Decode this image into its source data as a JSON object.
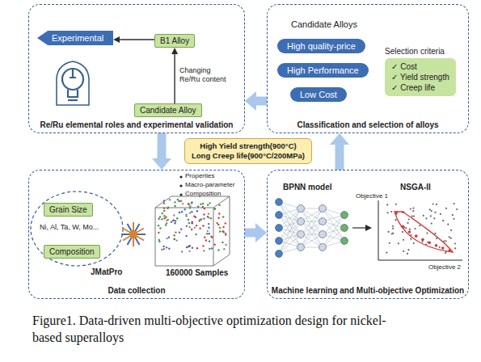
{
  "diagram": {
    "caption": "Figure1.  Data-driven multi-objective optimization design for nickel-based superalloys",
    "nodes": [
      {
        "text": [
          "Re/Ru elemental roles and experimental validation"
        ]
      },
      {
        "text": [
          "Experimental"
        ],
        "in": 0
      },
      {
        "text": [
          "B1 Alloy"
        ],
        "in": 0
      },
      {
        "text": [
          "Candidate Alloy"
        ],
        "in": 0
      },
      {
        "text": [
          "Classification and selection of alloys"
        ]
      },
      {
        "text": [
          "High quality-price"
        ],
        "in": 4
      },
      {
        "text": [
          "High Performance"
        ],
        "in": 4
      },
      {
        "text": [
          "Low Cost"
        ],
        "in": 4
      },
      {
        "text": [
          "Selection criteria",
          "✓ Cost",
          "✓ Yield strength",
          "✓ Creep life"
        ],
        "in": 4
      },
      {
        "text": [
          "High Yield strength(900°C)",
          "Long Creep life(900°C/200MPa)"
        ]
      },
      {
        "text": [
          "Data collection"
        ]
      },
      {
        "text": [
          "Grain Size"
        ],
        "in": 10
      },
      {
        "text": [
          "Composition"
        ],
        "in": 10
      },
      {
        "text": [
          "Machine learning and Multi-objective Optimization"
        ]
      }
    ],
    "edges": [
      {
        "from": 3,
        "to": 2,
        "arrow": "to",
        "label": "Changing Re/Ru content"
      },
      {
        "from": 2,
        "to": 1,
        "arrow": "to"
      },
      {
        "from": 4,
        "to": 0,
        "arrow": "to"
      },
      {
        "from": 0,
        "to": 10,
        "arrow": "to"
      },
      {
        "from": 10,
        "to": 13,
        "arrow": "to"
      },
      {
        "from": 13,
        "to": 4,
        "arrow": "to"
      }
    ],
    "labels": [
      "Candidate Alloys",
      "Ni, Al, Ta, W, Mo...",
      "JMatPro",
      "Properties",
      "Macro-parameter",
      "Composition",
      "160000 Samples",
      "BPNN model",
      "NSGA-II",
      "Objective 1",
      "Objective 2"
    ]
  }
}
